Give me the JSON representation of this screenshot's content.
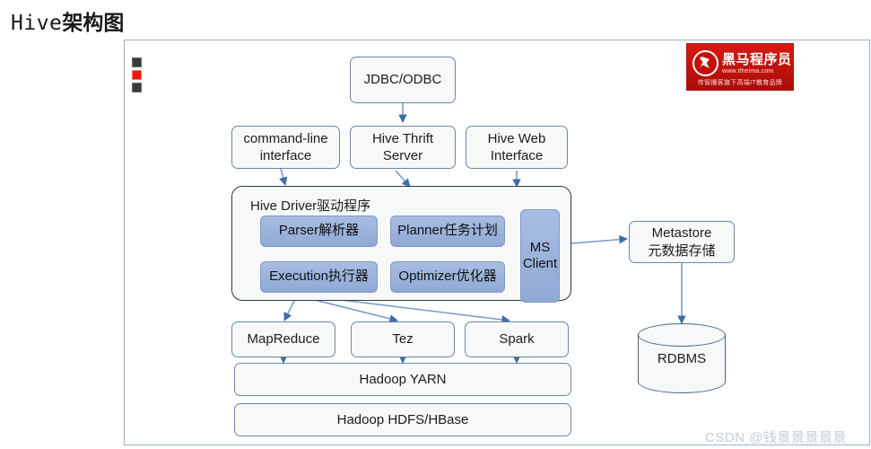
{
  "slide": {
    "title_mono": "Hive",
    "title_cjk": "架构图",
    "bullet_marks": [
      "dark-square",
      "red-square",
      "dark-square"
    ]
  },
  "logo": {
    "name_cn": "黑马程序员",
    "url": "www.itheima.com",
    "tagline": "传智播客旗下高端IT教育品牌",
    "badge_icon": "horse-head-icon",
    "color": "#c2110d"
  },
  "nodes": {
    "jdbc": "JDBC/ODBC",
    "cli": "command-line interface",
    "thrift": "Hive Thrift Server",
    "web": "Hive Web Interface",
    "driver_label": "Hive Driver驱动程序",
    "parser": "Parser解析器",
    "planner": "Planner任务计划",
    "execution": "Execution执行器",
    "optimizer": "Optimizer优化器",
    "ms_client": "MS Client",
    "metastore": "Metastore元数据存储",
    "metastore_en": "Metastore",
    "metastore_cn": "元数据存储",
    "rdbms": "RDBMS",
    "mapreduce": "MapReduce",
    "tez": "Tez",
    "spark": "Spark",
    "yarn": "Hadoop YARN",
    "hdfs": "Hadoop HDFS/HBase"
  },
  "colors": {
    "box_fill": "#f7f8f8",
    "box_border": "#6b87a8",
    "blue_fill": "#9fb6de",
    "arrow": "#4472a8",
    "frame_border": "#9fb1c6",
    "accent_red": "#c2110d"
  },
  "watermark": "CSDN @钱景景景景景"
}
